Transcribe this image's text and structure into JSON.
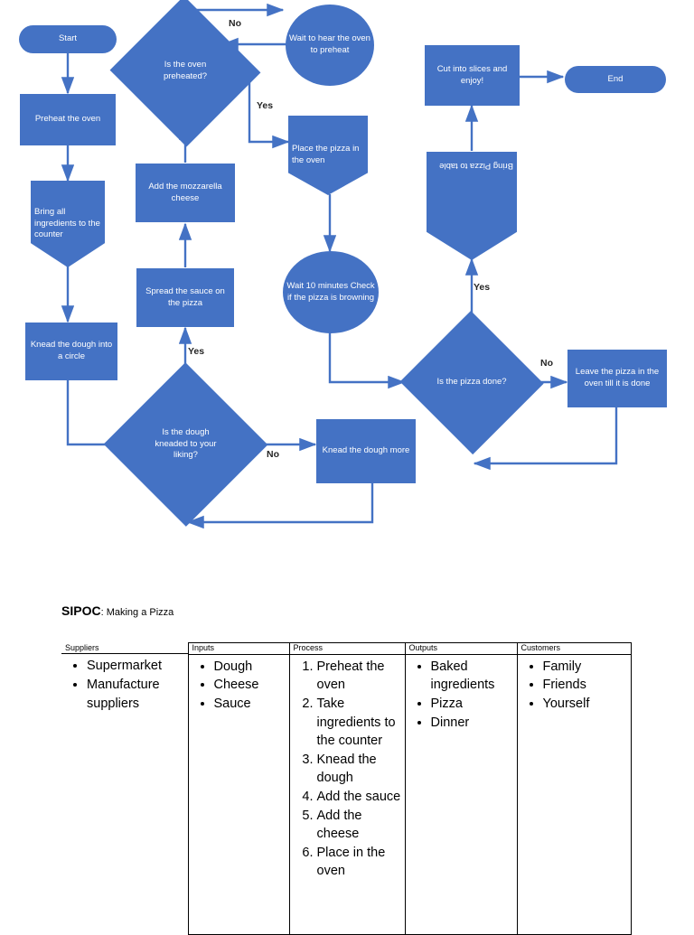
{
  "flowchart": {
    "fill_color": "#4472C4",
    "line_color": "#4472C4",
    "label_color": "#262626",
    "nodes": {
      "start": "Start",
      "preheat_oven": "Preheat the oven",
      "bring_ingredients": "Bring all ingredients to the counter",
      "knead_circle": "Knead the dough into a circle",
      "oven_preheated": "Is the oven preheated?",
      "wait_hear": "Wait to hear the oven to preheat",
      "place_pizza": "Place the pizza in the oven",
      "add_cheese": "Add the mozzarella cheese",
      "spread_sauce": "Spread the sauce on the pizza",
      "dough_kneaded": "Is the dough kneaded to your liking?",
      "knead_more": "Knead the dough more",
      "wait_10": "Wait 10 minutes Check if the pizza is browning",
      "pizza_done": "Is the pizza done?",
      "leave_pizza": "Leave the pizza in the oven till it is done",
      "bring_pizza_table": "Bring Pizza to table",
      "cut_slices": "Cut into slices and enjoy!",
      "end": "End"
    },
    "edge_labels": {
      "no_preheat": "No",
      "yes_preheat": "Yes",
      "yes_dough": "Yes",
      "no_dough": "No",
      "yes_done": "Yes",
      "no_done": "No"
    }
  },
  "sipoc": {
    "title_main": "SIPOC",
    "title_sub": ": Making a Pizza",
    "columns": [
      {
        "header": "Suppliers",
        "list_type": "bullet",
        "items": [
          "Supermarket",
          "Manufacture suppliers"
        ]
      },
      {
        "header": "Inputs",
        "list_type": "bullet",
        "items": [
          "Dough",
          "Cheese",
          "Sauce"
        ]
      },
      {
        "header": "Process",
        "list_type": "number",
        "items": [
          "Preheat the oven",
          "Take ingredients to the counter",
          "Knead the dough",
          "Add the sauce",
          "Add the cheese",
          "Place in the oven"
        ]
      },
      {
        "header": "Outputs",
        "list_type": "bullet",
        "items": [
          "Baked ingredients",
          "Pizza",
          "Dinner"
        ]
      },
      {
        "header": "Customers",
        "list_type": "bullet",
        "items": [
          "Family",
          "Friends",
          "Yourself"
        ]
      }
    ]
  }
}
